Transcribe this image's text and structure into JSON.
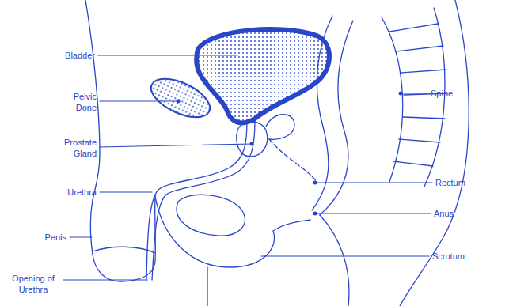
{
  "diagram": {
    "labels": [
      "Bladder",
      "Pelvic Done",
      "Prostate Gland",
      "Urethra",
      "Penis",
      "Opening of Urethra",
      "Spine",
      "Rectum",
      "Anus",
      "Scrotum"
    ]
  }
}
